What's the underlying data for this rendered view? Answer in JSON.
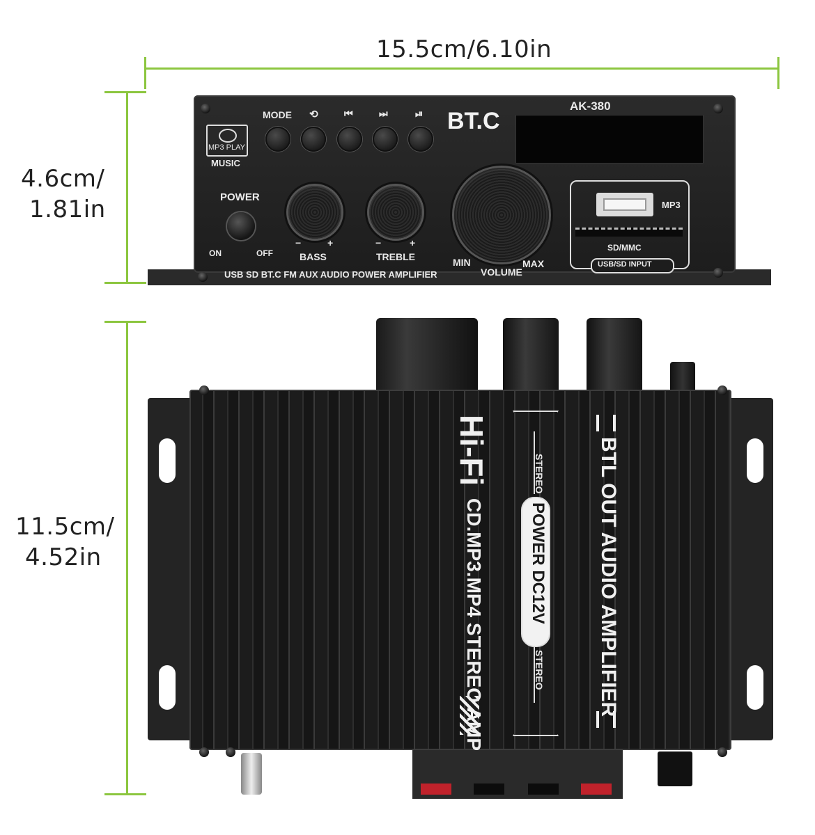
{
  "dimensions": {
    "width": "15.5cm/6.10in",
    "height_line1": "4.6cm/",
    "height_line2": "1.81in",
    "depth_line1": "11.5cm/",
    "depth_line2": "4.52in"
  },
  "front_panel": {
    "model": "AK-380",
    "brand": "BT.C",
    "buttons": [
      "MODE",
      "⟲",
      "⏮",
      "⏭",
      "⏯"
    ],
    "mp3_logo_line1": "MP3 PLAY",
    "mp3_logo_line2": "MUSIC",
    "power": "POWER",
    "on": "ON",
    "off": "OFF",
    "bass": "BASS",
    "treble": "TREBLE",
    "minus": "−",
    "plus": "+",
    "volume": "VOLUME",
    "min": "MIN",
    "max": "MAX",
    "mp3": "MP3",
    "sd_mmc": "SD/MMC",
    "usb_sd_input": "USB/SD INPUT",
    "bottom_text": "USB SD BT.C FM AUX AUDIO POWER AMPLIFIER"
  },
  "top_panel": {
    "hifi": "Hi-Fi",
    "hifi_sub": "CD.MP3.MP4 STEREO AMP",
    "power_dc": "POWER DC12V",
    "stereo": "STEREO",
    "btl": "BTL OUT AUDIO AMPLIFIER"
  },
  "colors": {
    "accent": "#8cc63f",
    "body": "#1e1e1e"
  }
}
